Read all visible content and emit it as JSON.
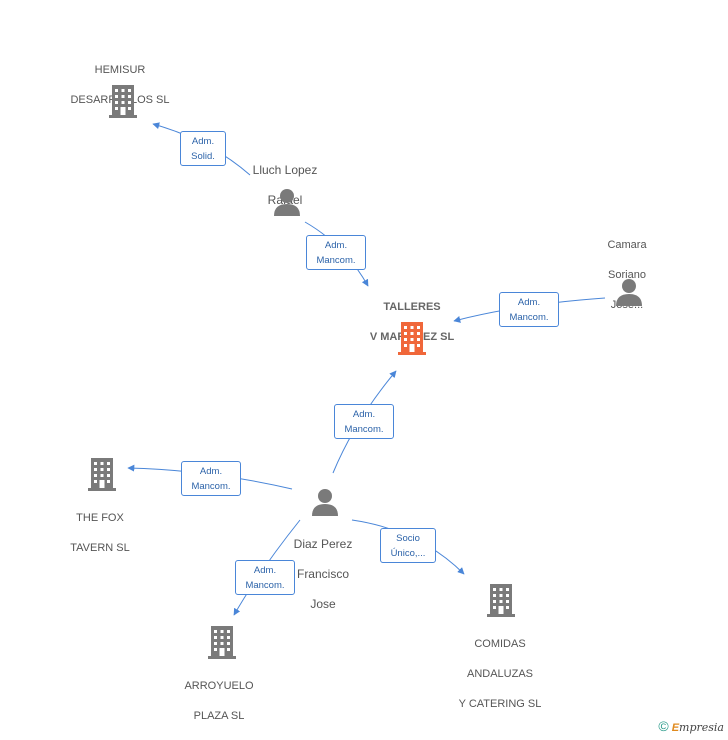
{
  "colors": {
    "company": "#7a7a7a",
    "focus": "#f0673a",
    "person": "#7a7a7a",
    "edge": "#4a86d8"
  },
  "nodes": {
    "hemisur": {
      "line1": "HEMISUR",
      "line2": "DESARROLLOS SL",
      "icon": "building-icon"
    },
    "lluch": {
      "line1": "Lluch Lopez",
      "line2": "Rafael",
      "icon": "person-icon"
    },
    "talleres": {
      "line1": "TALLERES",
      "line2": "V MARTINEZ SL",
      "icon": "building-icon"
    },
    "camara": {
      "line1": "Camara",
      "line2": "Soriano",
      "line3": "Jose...",
      "icon": "person-icon"
    },
    "thefox": {
      "line1": "THE FOX",
      "line2": "TAVERN SL",
      "icon": "building-icon"
    },
    "diaz": {
      "line1": "Diaz Perez",
      "line2": "Francisco",
      "line3": "Jose",
      "icon": "person-icon"
    },
    "arroyuelo": {
      "line1": "ARROYUELO",
      "line2": "PLAZA SL",
      "icon": "building-icon"
    },
    "comidas": {
      "line1": "COMIDAS",
      "line2": "ANDALUZAS",
      "line3": "Y CATERING SL",
      "icon": "building-icon"
    }
  },
  "edges": {
    "lluch_hemisur": {
      "line1": "Adm.",
      "line2": "Solid."
    },
    "lluch_talleres": {
      "line1": "Adm.",
      "line2": "Mancom."
    },
    "camara_talleres": {
      "line1": "Adm.",
      "line2": "Mancom."
    },
    "diaz_talleres": {
      "line1": "Adm.",
      "line2": "Mancom."
    },
    "diaz_thefox": {
      "line1": "Adm.",
      "line2": "Mancom."
    },
    "diaz_arroyuelo": {
      "line1": "Adm.",
      "line2": "Mancom."
    },
    "diaz_comidas": {
      "line1": "Socio",
      "line2": "Único,..."
    }
  },
  "footer": {
    "copyright": "©",
    "brand_initial": "E",
    "brand_rest": "mpresia"
  }
}
